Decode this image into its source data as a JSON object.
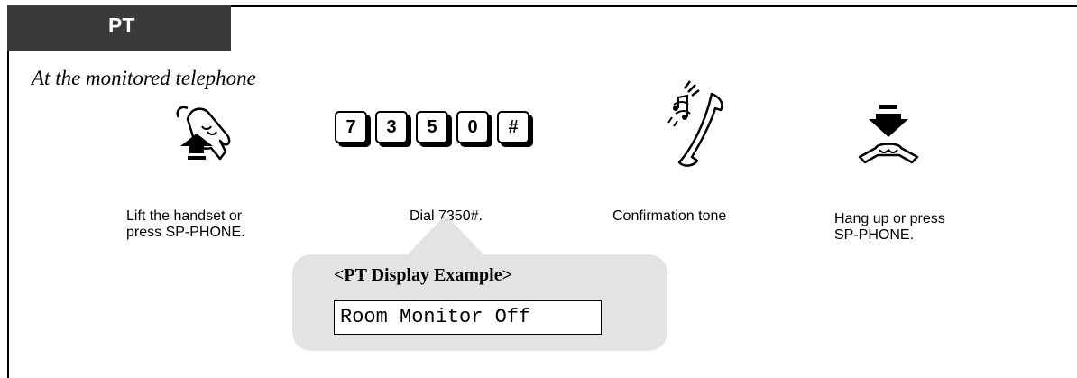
{
  "tab": {
    "label": "PT"
  },
  "section": {
    "heading": "At the monitored telephone"
  },
  "steps": [
    {
      "icon": "lift-handset-icon",
      "caption_line1": "Lift the handset or",
      "caption_line2": "press SP-PHONE."
    },
    {
      "icon": "keypad-icon",
      "keys": [
        "7",
        "3",
        "5",
        "0",
        "#"
      ],
      "caption_line1": "Dial 7350#."
    },
    {
      "icon": "ringing-handset-icon",
      "caption_line1": "Confirmation tone"
    },
    {
      "icon": "hang-up-icon",
      "caption_line1": "Hang up or press",
      "caption_line2": "SP-PHONE."
    }
  ],
  "display_example": {
    "title": "<PT Display Example>",
    "text": "Room Monitor Off"
  },
  "colors": {
    "tab_bg": "#3a3a3a",
    "callout_bg": "#e3e3e3"
  }
}
